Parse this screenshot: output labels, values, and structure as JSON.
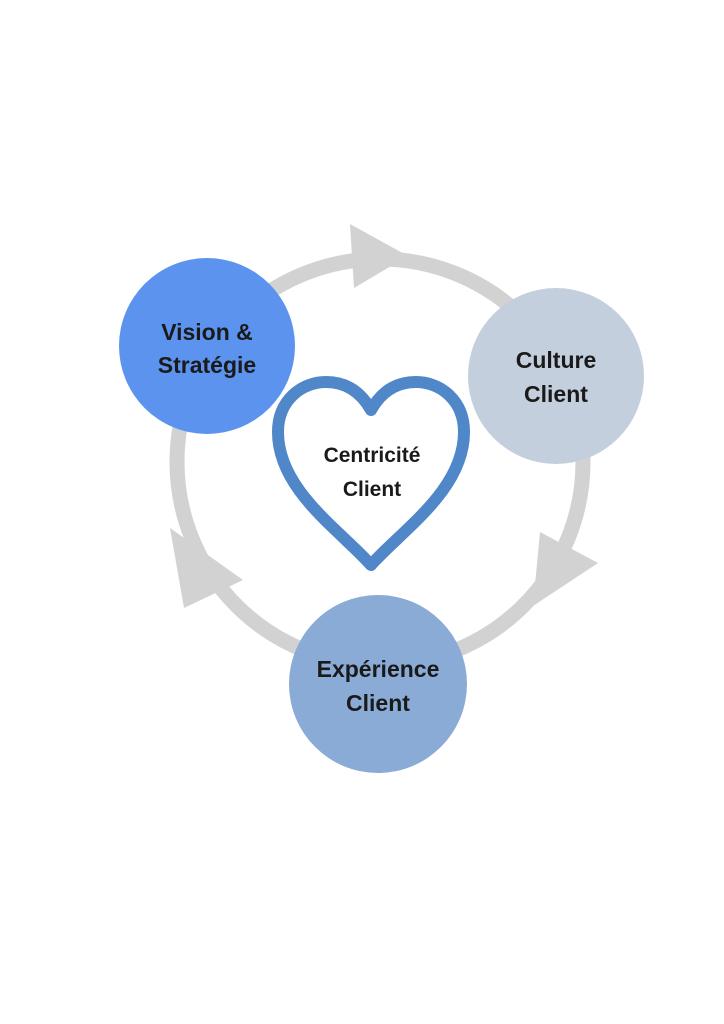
{
  "diagram": {
    "center": {
      "line1": "Centricité",
      "line2": "Client",
      "stroke_color": "#4f87c9",
      "fill_color": "#ffffff"
    },
    "nodes": [
      {
        "id": "vision",
        "line1": "Vision &",
        "line2": "Stratégie",
        "color": "#5b93ee"
      },
      {
        "id": "culture",
        "line1": "Culture",
        "line2": "Client",
        "color": "#c4cfdd"
      },
      {
        "id": "experience",
        "line1": "Expérience",
        "line2": "Client",
        "color": "#8aabd6"
      }
    ],
    "cycle_color": "#d2d2d2",
    "cycle_direction": "clockwise"
  }
}
